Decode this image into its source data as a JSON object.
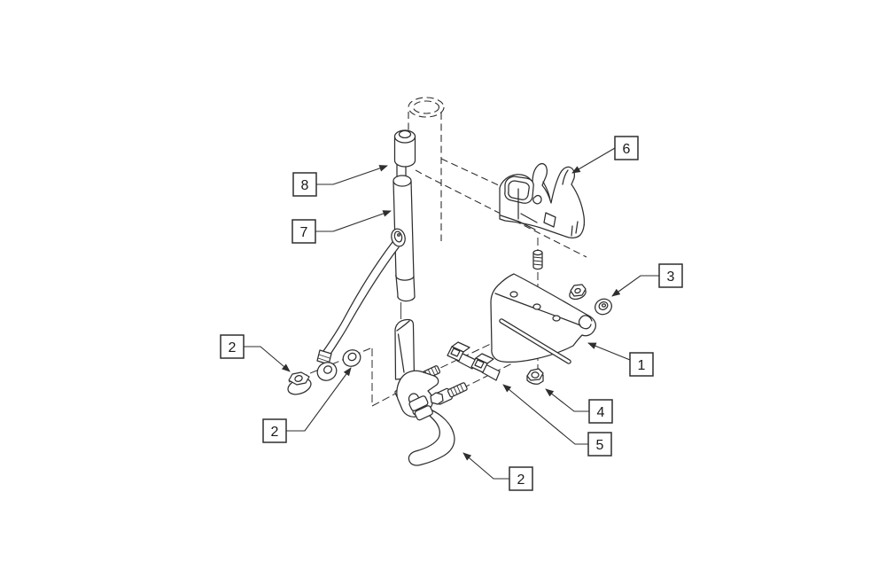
{
  "diagram": {
    "type": "exploded-parts-diagram",
    "background_color": "#ffffff",
    "line_color": "#2e2e2e",
    "callouts": [
      {
        "label": "8",
        "points_to": "cap"
      },
      {
        "label": "7",
        "points_to": "extension-tube"
      },
      {
        "label": "2",
        "points_to": "flange-nut"
      },
      {
        "label": "2",
        "points_to": "washer"
      },
      {
        "label": "6",
        "points_to": "tube-clamp"
      },
      {
        "label": "3",
        "points_to": "washer-screw"
      },
      {
        "label": "1",
        "points_to": "curved-bracket"
      },
      {
        "label": "4",
        "points_to": "hex-nut"
      },
      {
        "label": "5",
        "points_to": "clamp-block"
      },
      {
        "label": "2",
        "points_to": "release-lever"
      }
    ]
  }
}
